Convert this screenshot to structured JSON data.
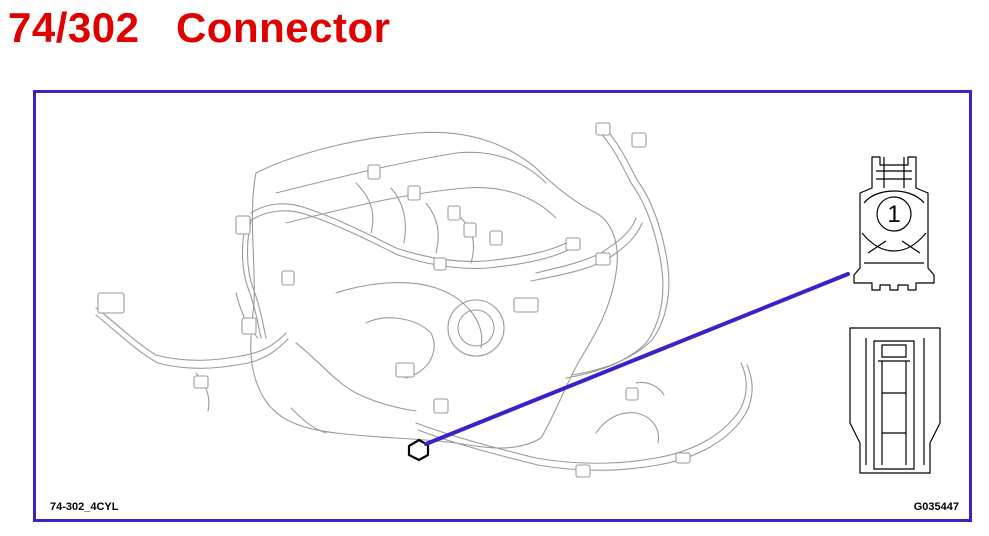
{
  "title": "74/302   Connector",
  "diagram": {
    "figure_code_left": "74-302_4CYL",
    "figure_code_right": "G035447",
    "connector_pin_label": "1",
    "colors": {
      "title": "#e00000",
      "frame": "#3a22c8",
      "leader_line": "#3a22c8",
      "line_art": "#9a9a9a"
    }
  }
}
